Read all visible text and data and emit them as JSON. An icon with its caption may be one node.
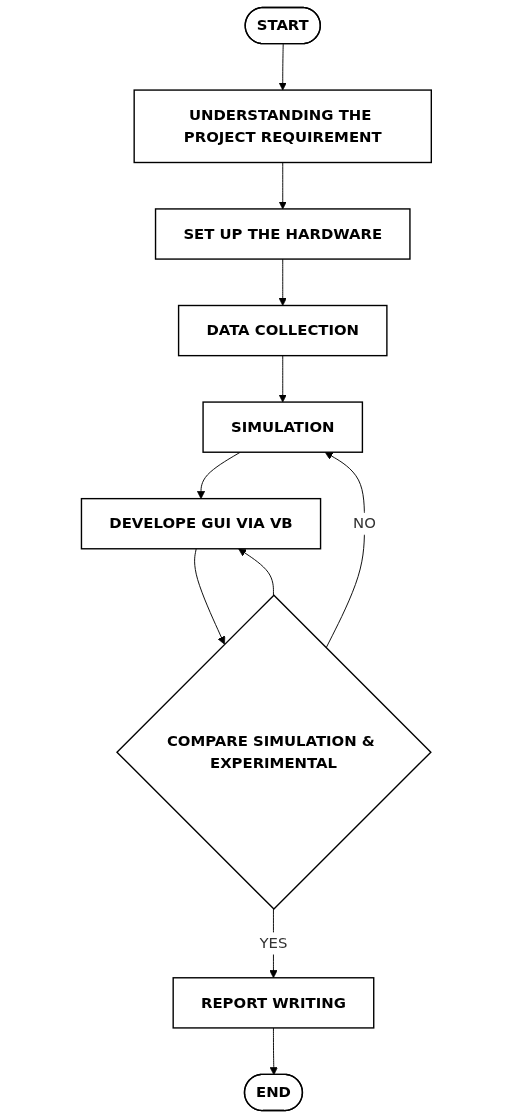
{
  "diagram": {
    "nodes": [
      {
        "text": [
          "START"
        ]
      },
      {
        "text": [
          "UNDERSTANDING THE PROJECT REQUIREMENT"
        ]
      },
      {
        "text": [
          "SET UP THE HARDWARE"
        ]
      },
      {
        "text": [
          "DATA COLLECTION"
        ]
      },
      {
        "text": [
          "SIMULATION"
        ]
      },
      {
        "text": [
          "DEVELOPE GUI VIA VB"
        ]
      },
      {
        "text": [
          "COMPARE SIMULATION & EXPERIMENTAL"
        ]
      },
      {
        "text": [
          "REPORT WRITING"
        ]
      },
      {
        "text": [
          "END"
        ]
      }
    ],
    "edges": [
      {
        "from": 0,
        "to": 1,
        "arrow": "to"
      },
      {
        "from": 1,
        "to": 2,
        "arrow": "to"
      },
      {
        "from": 2,
        "to": 3,
        "arrow": "to"
      },
      {
        "from": 3,
        "to": 4,
        "arrow": "to"
      },
      {
        "from": 4,
        "to": 5,
        "arrow": "to"
      },
      {
        "from": 5,
        "to": 6,
        "arrow": "to"
      },
      {
        "from": 6,
        "to": 4,
        "arrow": "to",
        "label": "NO"
      },
      {
        "from": 6,
        "to": 5,
        "arrow": "to"
      },
      {
        "from": 6,
        "to": 7,
        "arrow": "to",
        "label": "YES"
      },
      {
        "from": 7,
        "to": 8,
        "arrow": "to"
      }
    ]
  }
}
